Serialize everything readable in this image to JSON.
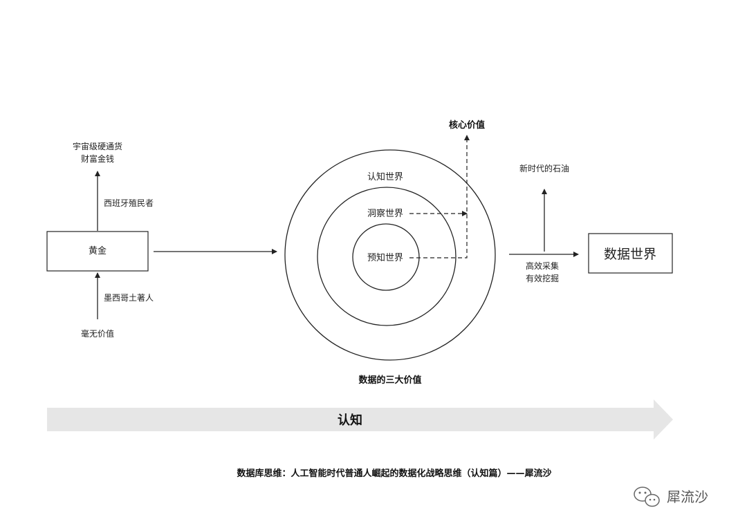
{
  "left_flow": {
    "top_label_line1": "宇宙级硬通货",
    "top_label_line2": "财富金钱",
    "upper_edge_label": "西班牙殖民者",
    "box_label": "黄金",
    "lower_edge_label": "墨西哥土著人",
    "bottom_label": "毫无价值"
  },
  "circles": {
    "outer_label": "认知世界",
    "middle_label": "洞察世界",
    "inner_label": "预知世界",
    "caption": "数据的三大价值"
  },
  "core_value_label": "核心价值",
  "right_flow": {
    "top_label": "新时代的石油",
    "edge_label_line1": "高效采集",
    "edge_label_line2": "有效挖掘",
    "box_label": "数据世界"
  },
  "banner_label": "认知",
  "footer_text": "数据库思维：人工智能时代普通人崛起的数据化战略思维（认知篇）——犀流沙",
  "watermark": {
    "text": "犀流沙",
    "icon": "wechat-icon"
  },
  "colors": {
    "line": "#222222",
    "banner_fill": "#e6e6e6"
  }
}
